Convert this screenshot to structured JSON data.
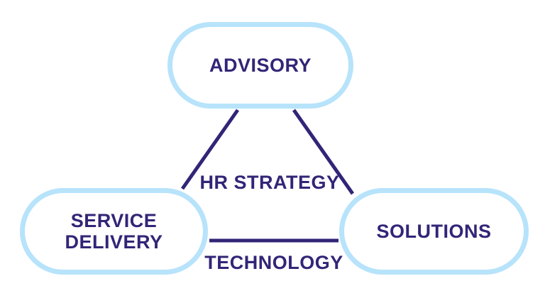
{
  "diagram": {
    "title": "advisory-solutions-service-delivery-triangle",
    "nodes": {
      "advisory": {
        "label": "ADVISORY"
      },
      "service_delivery": {
        "label": "SERVICE DELIVERY"
      },
      "solutions": {
        "label": "SOLUTIONS"
      }
    },
    "edges": [
      {
        "from": "advisory",
        "to": "service_delivery"
      },
      {
        "from": "advisory",
        "to": "solutions"
      },
      {
        "from": "service_delivery",
        "to": "solutions"
      }
    ],
    "edge_labels": {
      "hr_strategy": "HR STRATEGY",
      "technology": "TECHNOLOGY"
    }
  },
  "colors": {
    "bg": "#ffffff",
    "node_border": "#b7e3fb",
    "node_fill": "#ffffff",
    "ink": "#322577",
    "line": "#322577"
  }
}
